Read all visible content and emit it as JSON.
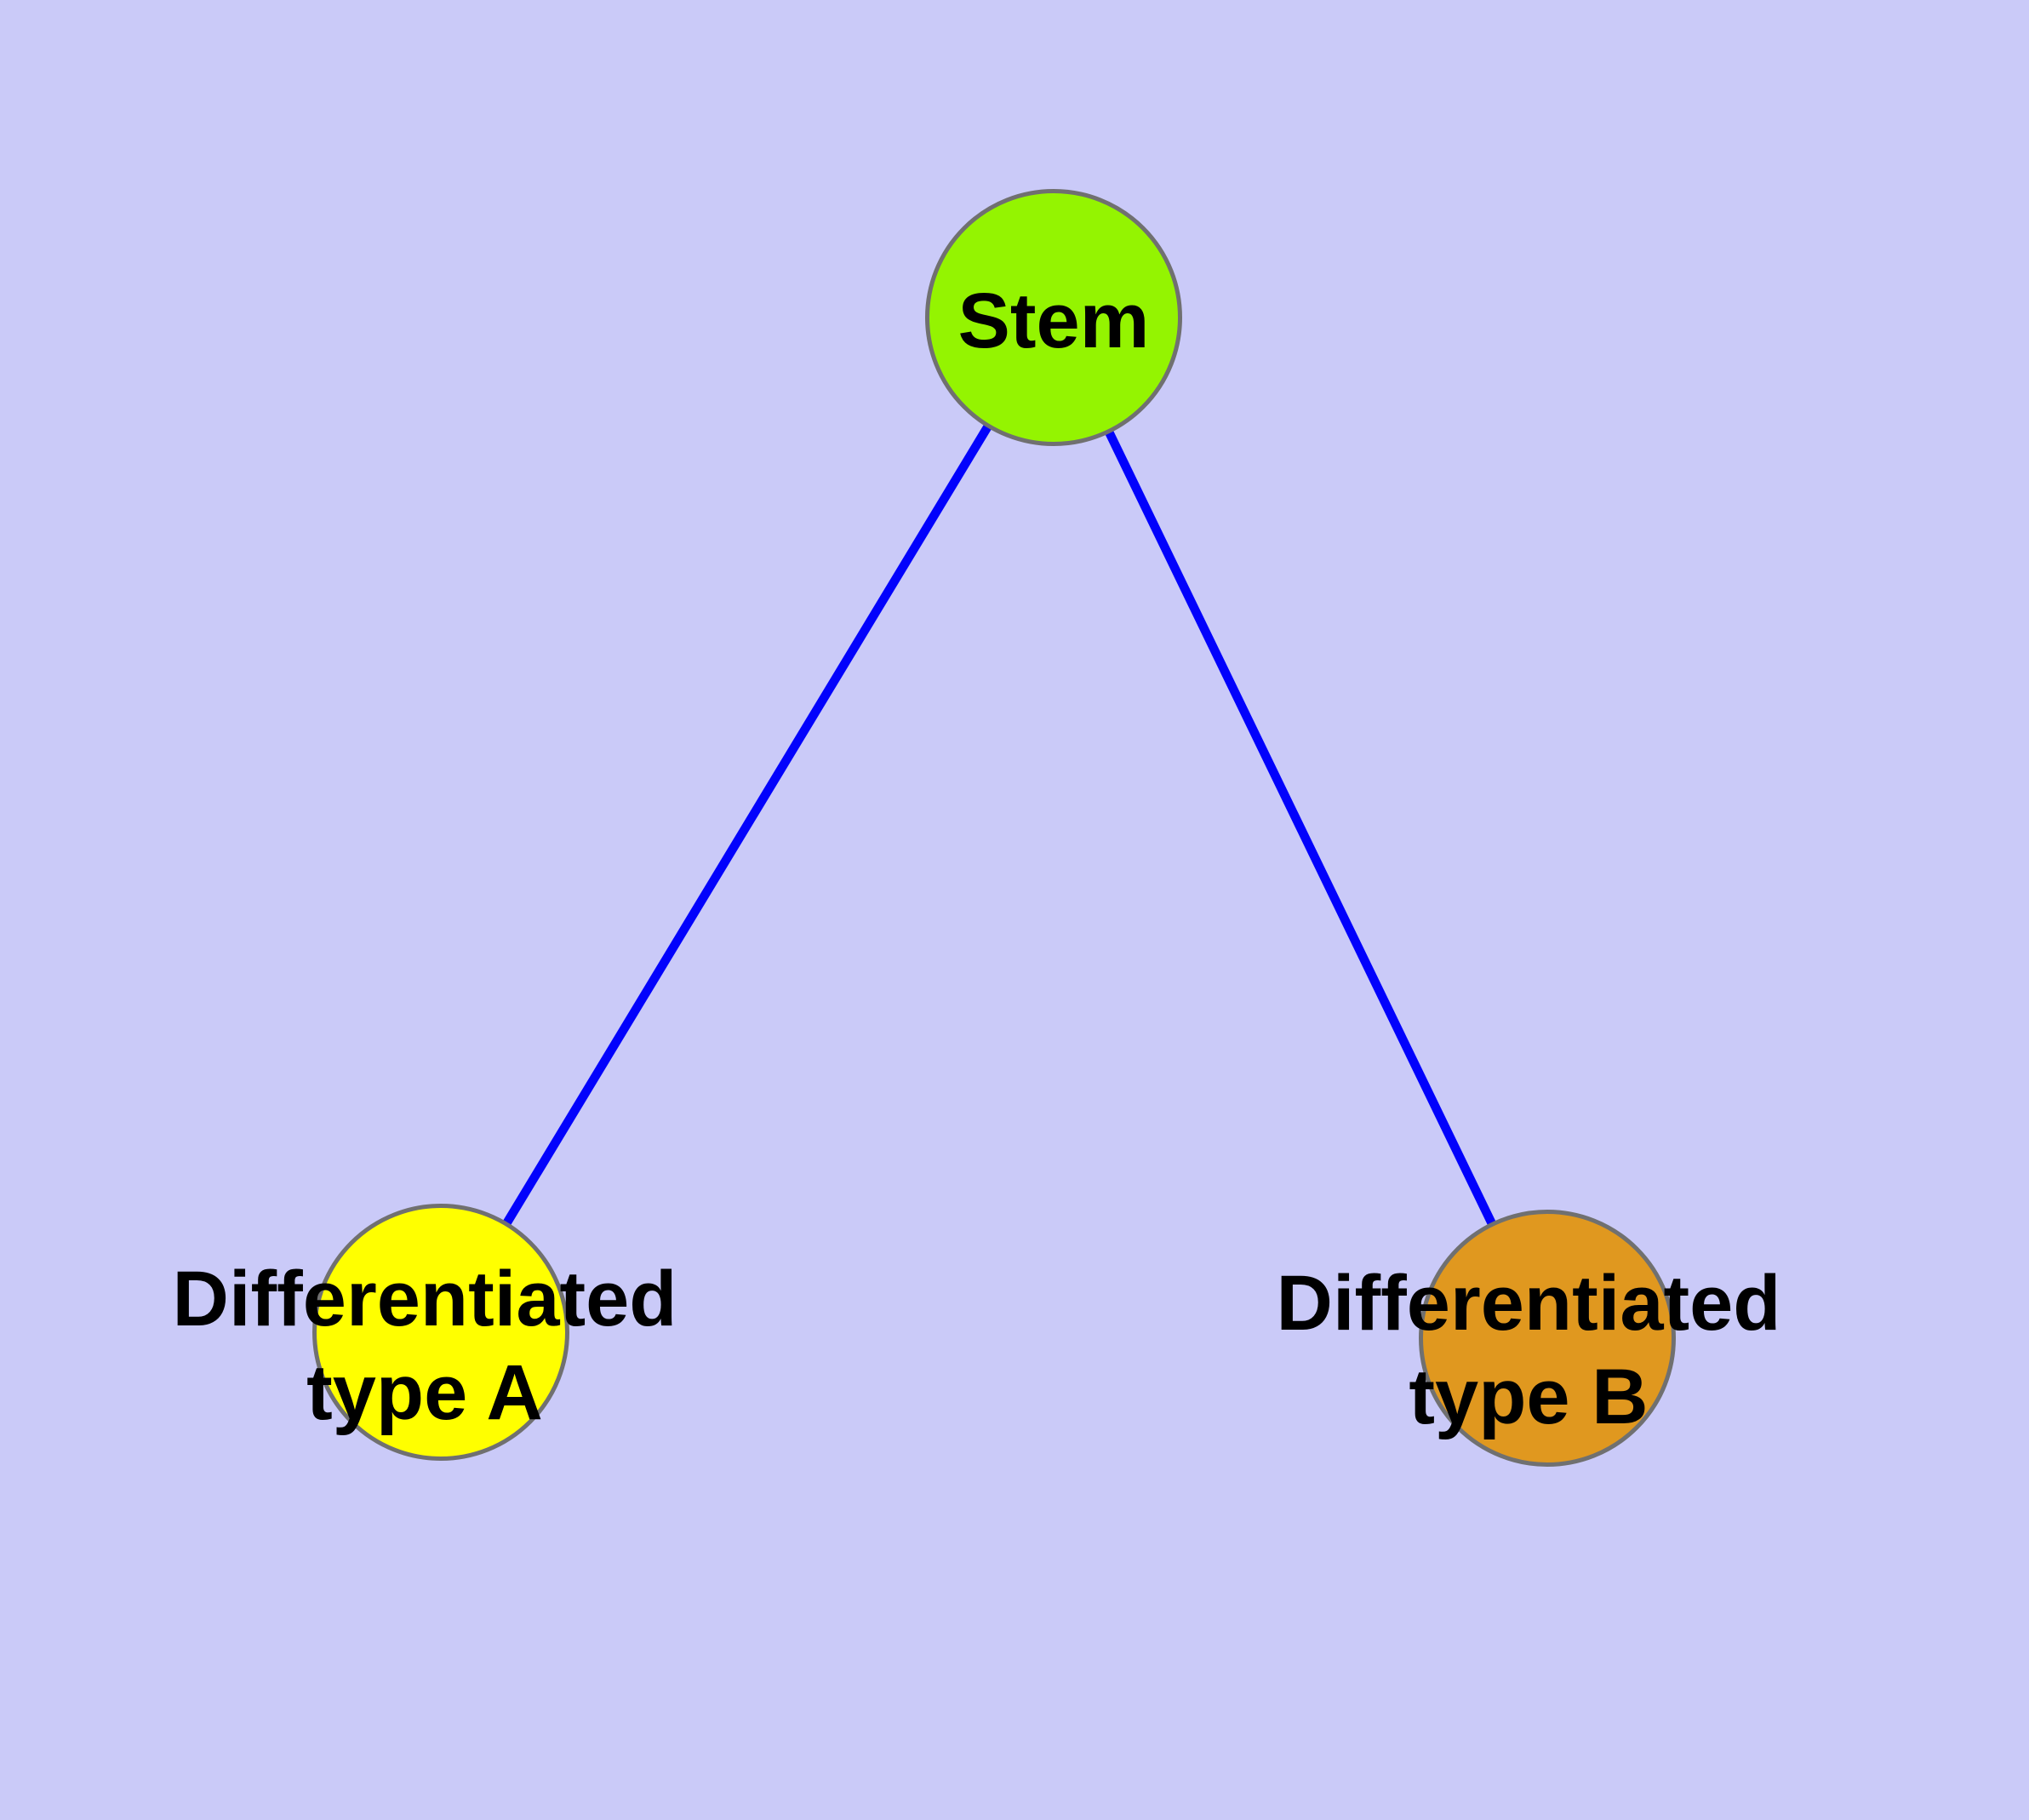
{
  "diagram": {
    "background_color": "#cacaf8",
    "edge_color": "#0202fc",
    "node_border_color": "#707070",
    "text_color": "#000000",
    "nodes": [
      {
        "id": "stem",
        "label": "Stem",
        "label_lines": [
          "Stem"
        ],
        "fill": "#94f401"
      },
      {
        "id": "differentiated-type-a",
        "label": "Differentiated type A",
        "label_lines": [
          "Differentiated",
          "type A"
        ],
        "fill": "#ffff00"
      },
      {
        "id": "differentiated-type-b",
        "label": "Differentiated type B",
        "label_lines": [
          "Differentiated",
          "type B"
        ],
        "fill": "#e0981f"
      }
    ],
    "edges": [
      {
        "from": "Stem",
        "to": "Differentiated type A"
      },
      {
        "from": "Stem",
        "to": "Differentiated type B"
      }
    ]
  }
}
